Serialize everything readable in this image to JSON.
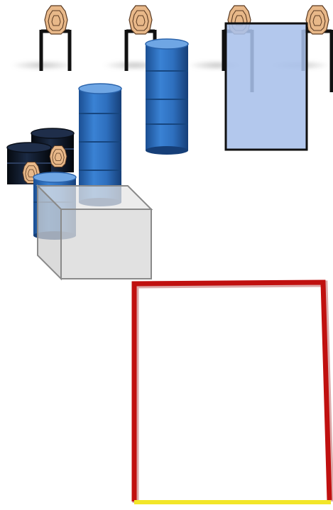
{
  "scene": {
    "elements": [
      "shooting-target",
      "shooting-target",
      "shooting-target",
      "shooting-target",
      "barrel-stack-tall",
      "barrel-stack-medium",
      "dark-barrel",
      "dark-barrel",
      "blue-barrel",
      "translucent-crate",
      "blue-translucent-panel",
      "red-boundary-frame",
      "yellow-baseline"
    ]
  },
  "colors": {
    "background": "#ffffff",
    "target_face": "#e8b889",
    "target_ring": "#5a3a22",
    "target_post": "#111111",
    "barrel_blue": "#2e6fbe",
    "barrel_blue_dark": "#1b4f93",
    "barrel_blue_light": "#6fa6e4",
    "barrel_black": "#0c1422",
    "crate_fill": "#dcdcdc",
    "crate_edge": "#8a8a8a",
    "panel_fill": "#a9c0ea",
    "panel_edge": "#111111",
    "frame_red": "#c0100f",
    "frame_yellow": "#f2e629"
  }
}
